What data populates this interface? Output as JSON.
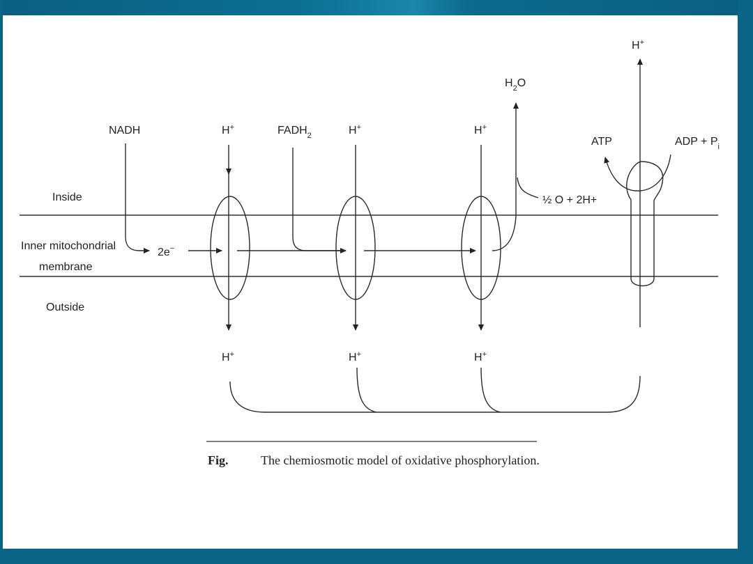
{
  "labels": {
    "inside": "Inside",
    "membrane_1": "Inner mitochondrial",
    "membrane_2": "membrane",
    "outside": "Outside",
    "nadh": "NADH",
    "fadh_main": "FADH",
    "fadh_sub": "2",
    "electrons_main": "2e",
    "electrons_sup": "−",
    "h_main": "H",
    "h_sup": "+",
    "water_h": "H",
    "water_sub": "2",
    "water_o": "O",
    "oxygen_frac": "½",
    "oxygen_rest": " O + 2H+",
    "atp": "ATP",
    "adp_main": "ADP + P",
    "adp_sub": "i"
  },
  "caption": {
    "fig": "Fig.",
    "text": "The chemiosmotic model of oxidative phosphorylation."
  },
  "colors": {
    "frame": "#0a6c8e",
    "background": "#ffffff",
    "ink": "#222222"
  }
}
